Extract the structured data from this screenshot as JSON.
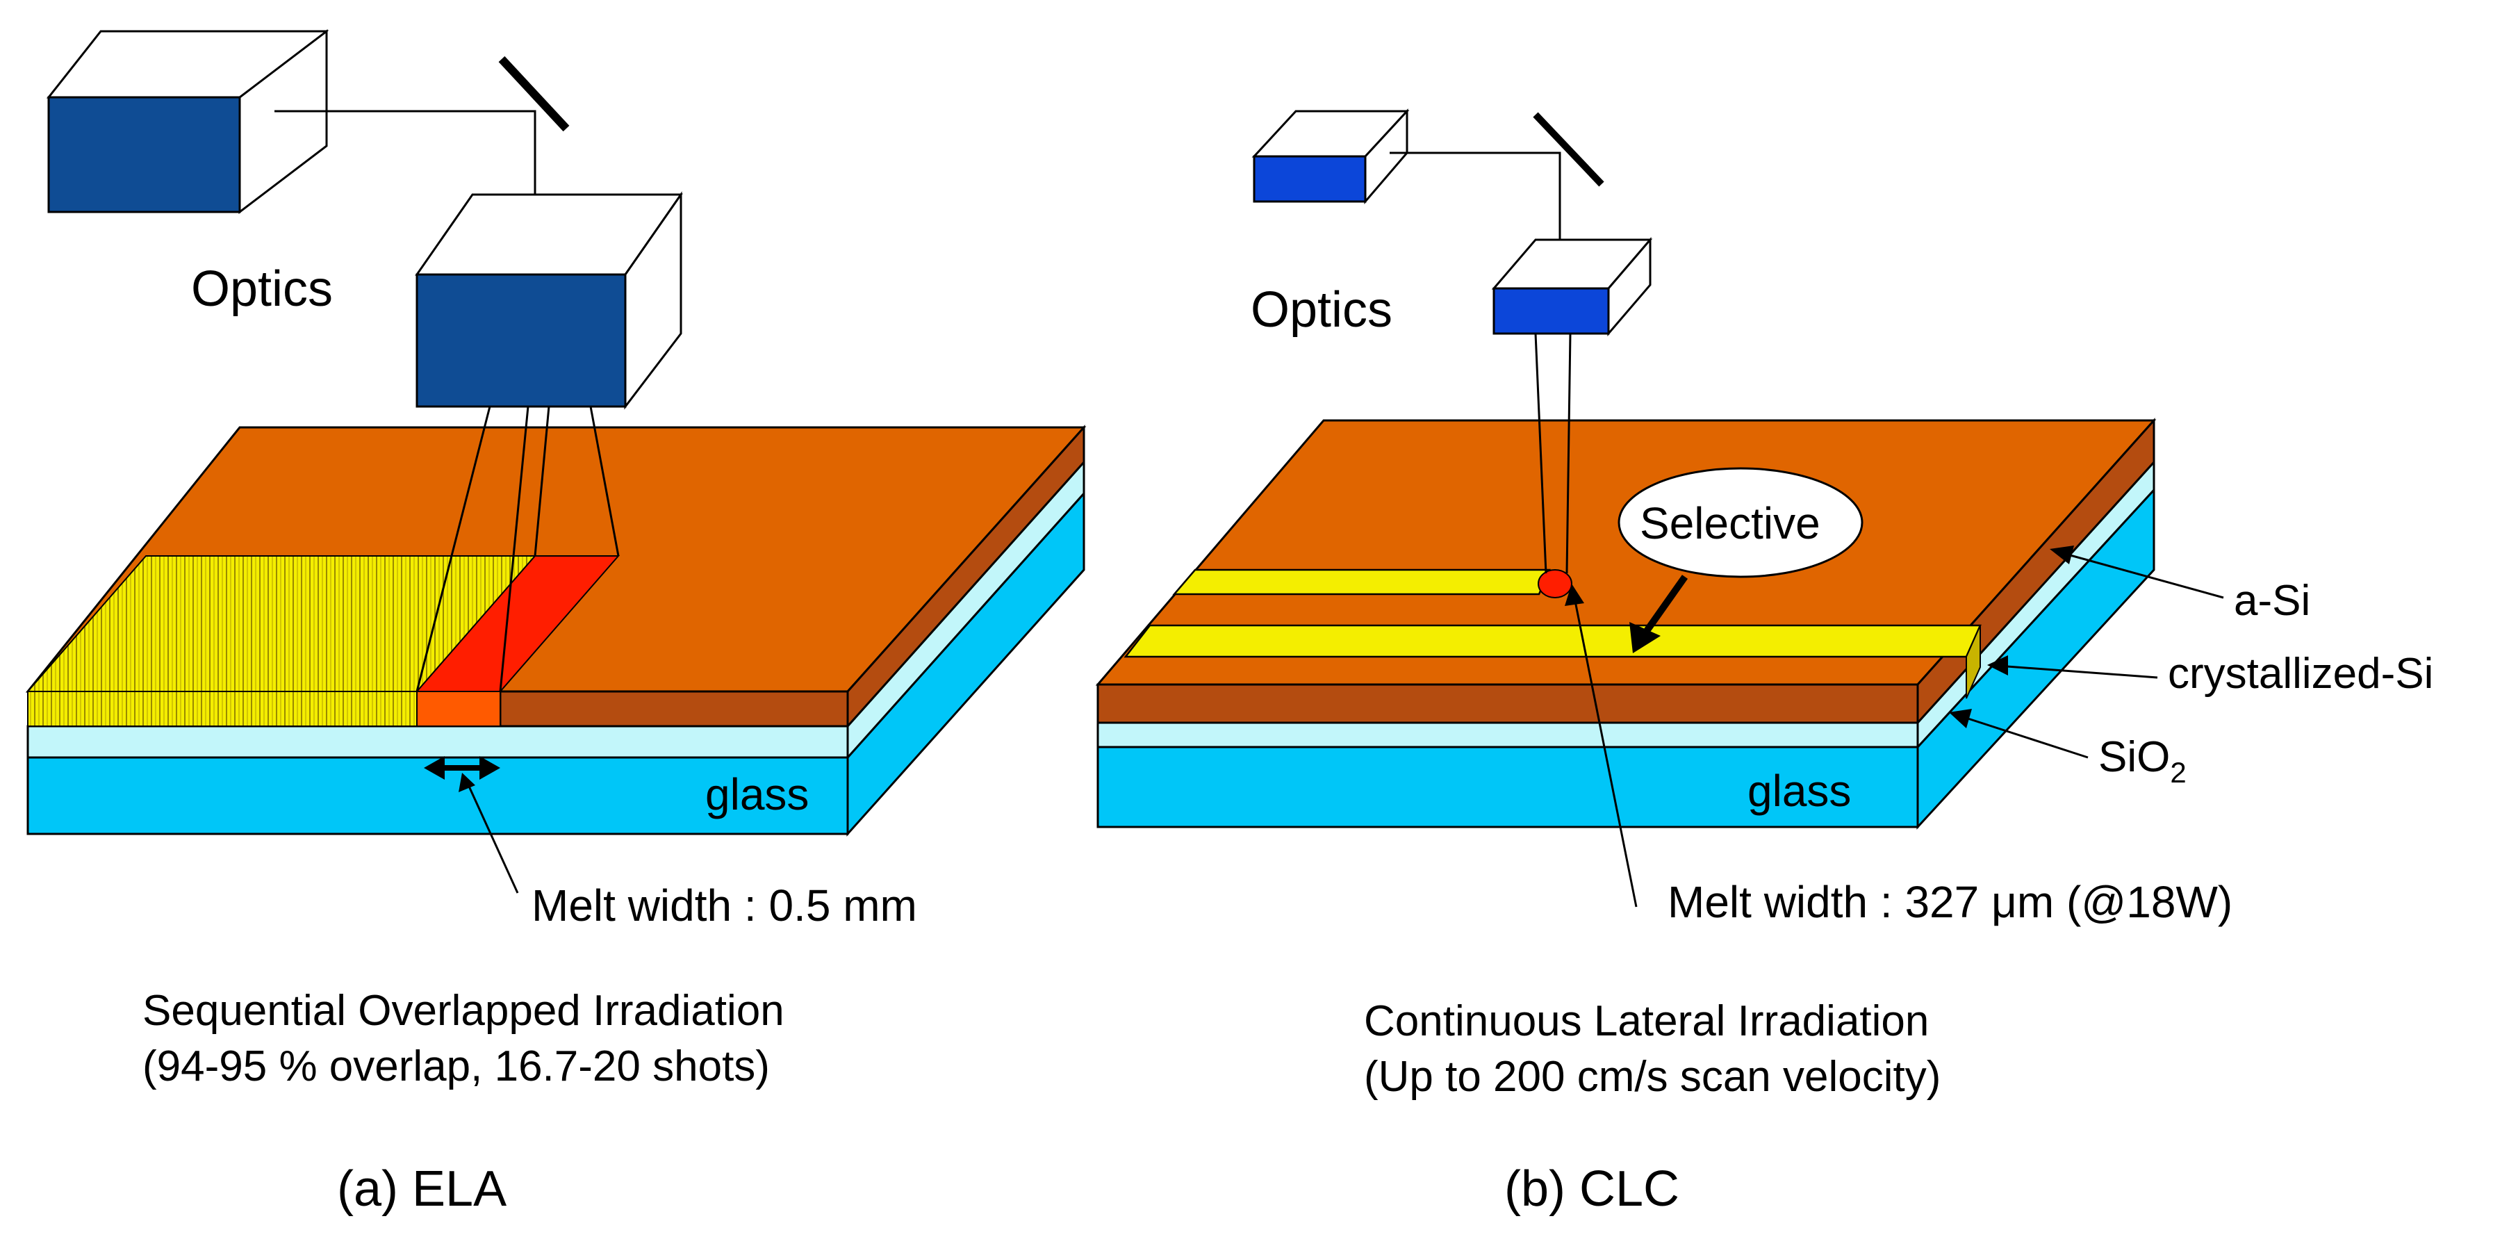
{
  "left": {
    "optics_label": "Optics",
    "substrate_label": "glass",
    "melt_label": "Melt width : 0.5 mm",
    "desc_line1": "Sequential Overlapped Irradiation",
    "desc_line2": "(94-95 % overlap, 16.7-20 shots)",
    "caption": "(a) ELA"
  },
  "right": {
    "optics_label": "Optics",
    "substrate_label": "glass",
    "selective_label": "Selective",
    "asi_label": "a-Si",
    "crystallized_label": "crystallized-Si",
    "sio2_label": "SiO",
    "sio2_subscript": "2",
    "melt_label": "Melt width : 327 μm (@18W)",
    "desc_line1": "Continuous Lateral Irradiation",
    "desc_line2": "(Up to 200 cm/s scan velocity)",
    "caption": "(b) CLC"
  },
  "colors": {
    "optics_blue": "#0F4C94",
    "bright_blue": "#0C46D9",
    "asi_orange": "#E06500",
    "asi_side": "#B44C10",
    "glass_blue": "#00C6F8",
    "sio2_cyan": "#C2F6FA",
    "crystal_yellow": "#F4EE00",
    "melt_red": "#FF1E00"
  }
}
